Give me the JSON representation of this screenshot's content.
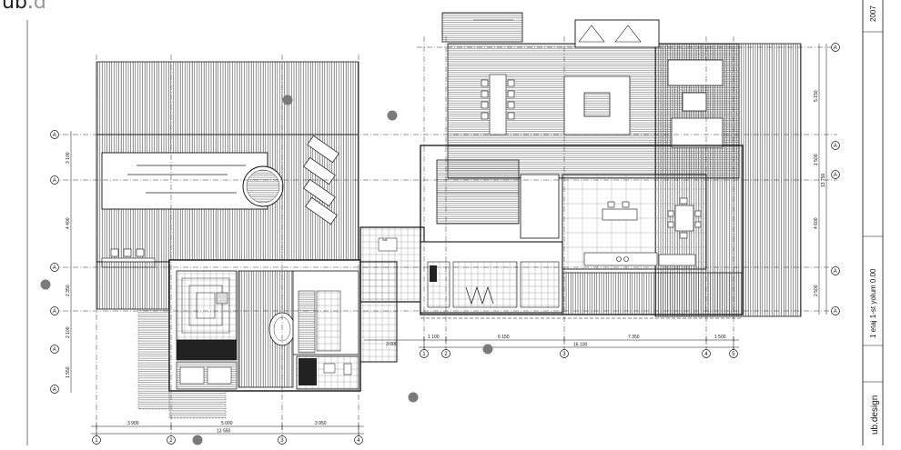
{
  "logo": {
    "main": "ub",
    "dot": ".",
    "accent": "d"
  },
  "title_block": {
    "year": "2007",
    "sheet_title": "1 etaj 1-st yolum 0.00",
    "brand": "ub.design"
  },
  "grid_axes": {
    "right_column": [
      "A",
      "A",
      "A",
      "A",
      "A"
    ],
    "left_column": [
      "A",
      "A",
      "A",
      "A",
      "A",
      "A"
    ],
    "bottom_left": [
      "1",
      "2",
      "3",
      "4"
    ],
    "bottom_right": [
      "1",
      "2",
      "3",
      "4",
      "5"
    ]
  },
  "dimensions": {
    "bottom_left_row1": [
      "3 900",
      "5 000",
      "3 950"
    ],
    "bottom_left_total": "13 550",
    "bottom_right_row1": [
      "1 100",
      "6 150",
      "7 350",
      "1 500"
    ],
    "bottom_right_total": "16 100",
    "bottom_mid": "3 000",
    "right_col": [
      "5 150",
      "1 500",
      "4 600",
      "2 500"
    ],
    "right_total": "13 750",
    "left_col": [
      "3 100",
      "4 400",
      "2 350",
      "2 100",
      "1 550"
    ]
  },
  "colors": {
    "line": "#111111",
    "hatch": "#555555",
    "marker": "#7a7a7a",
    "paper": "#ffffff"
  }
}
